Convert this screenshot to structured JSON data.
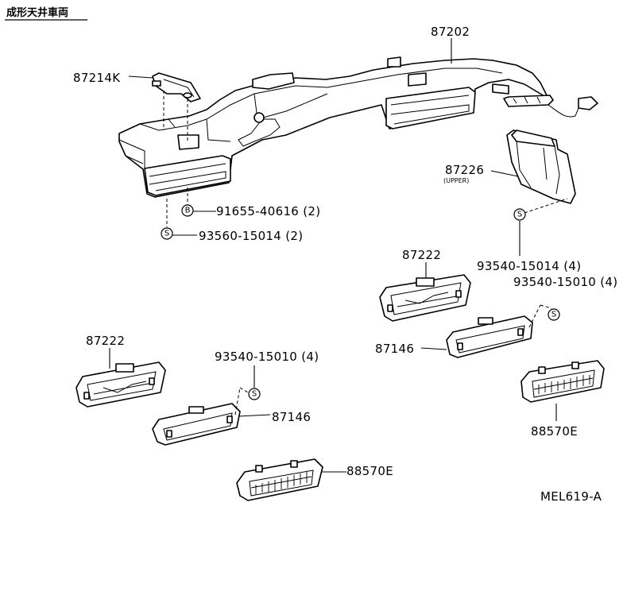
{
  "header": {
    "title": "成形天井車両"
  },
  "diagram_id": "MEL619-A",
  "parts": {
    "duct": "87202",
    "bracket": "87214K",
    "upper_duct": "87226",
    "upper_duct_note": "(UPPER)",
    "register_left": "87222",
    "register_right": "87222",
    "frame_left": "87146",
    "frame_right": "87146",
    "louver_left": "88570E",
    "louver_right": "88570E"
  },
  "fasteners": {
    "bolt_symbol": "B",
    "screw_symbol": "S",
    "bolt_duct": "91655-40616 (2)",
    "screw_duct": "93560-15014 (2)",
    "screw_upper": "93540-15014 (4)",
    "screw_right_frame": "93540-15010 (4)",
    "screw_left_frame": "93540-15010 (4)"
  }
}
